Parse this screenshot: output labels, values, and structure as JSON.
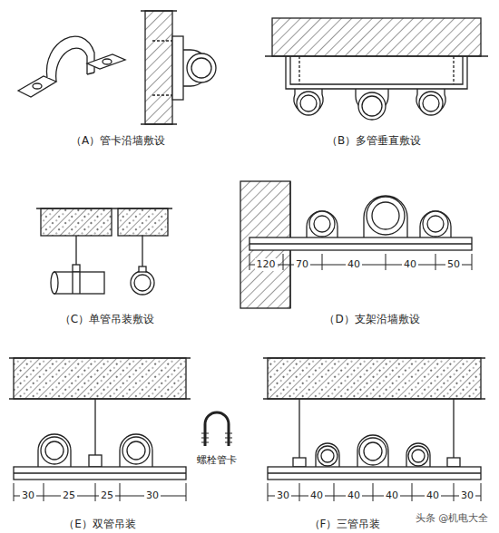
{
  "diagram": {
    "labels": [
      "（A）管卡沿墙敷设",
      "（B）多管垂直敷设",
      "（C）单管吊装敷设",
      "（D）支架沿墙敷设",
      "120",
      "70",
      "40",
      "40",
      "50",
      "（E）双管吊装",
      "30",
      "25",
      "25",
      "30",
      "螺栓管卡",
      "（F）三管吊装",
      "30",
      "40",
      "40",
      "40",
      "40",
      "30",
      "头条 @机电大全"
    ]
  }
}
